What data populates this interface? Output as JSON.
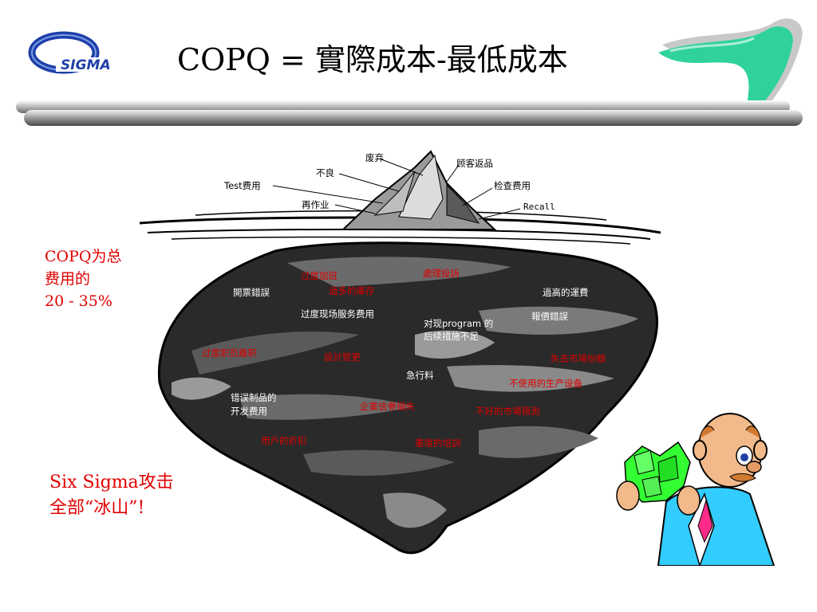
{
  "slide": {
    "title": "COPQ = 實際成本-最低成本",
    "logo_text": "SIGMA",
    "side_note_1": [
      "COPQ为总",
      "费用的",
      "20 - 35%"
    ],
    "side_note_2": [
      "Six Sigma攻击",
      "全部“冰山”!"
    ]
  },
  "iceberg": {
    "above_water": [
      {
        "id": "waste",
        "text": "废弃"
      },
      {
        "id": "defect",
        "text": "不良"
      },
      {
        "id": "customer-return",
        "text": "顾客返品"
      },
      {
        "id": "test-cost",
        "text": "Test费用"
      },
      {
        "id": "inspection-cost",
        "text": "检查费用"
      },
      {
        "id": "rework",
        "text": "再作业"
      },
      {
        "id": "recall",
        "text": "Recall"
      }
    ],
    "below_water": [
      {
        "id": "over-processing",
        "text": "过度加班",
        "color": "red"
      },
      {
        "id": "complaint-handling",
        "text": "處理投訴",
        "color": "red"
      },
      {
        "id": "invoice-error",
        "text": "開票錯誤",
        "color": "white"
      },
      {
        "id": "excess-inventory",
        "text": "過多的庫存",
        "color": "red"
      },
      {
        "id": "high-freight",
        "text": "過高的運費",
        "color": "white"
      },
      {
        "id": "field-service",
        "text": "过度现场服务费用",
        "color": "white"
      },
      {
        "id": "quote-error",
        "text": "報價錯誤",
        "color": "white"
      },
      {
        "id": "program-followup-1",
        "text": "对现program 的",
        "color": "white"
      },
      {
        "id": "program-followup-2",
        "text": "后续措施不足",
        "color": "white"
      },
      {
        "id": "staff-turnover",
        "text": "过度职员離职",
        "color": "red"
      },
      {
        "id": "design-change",
        "text": "設計變更",
        "color": "red"
      },
      {
        "id": "market-loss",
        "text": "失去市場份額",
        "color": "red"
      },
      {
        "id": "expedite",
        "text": "急行料",
        "color": "white"
      },
      {
        "id": "idle-equipment",
        "text": "不使用的生产设备",
        "color": "red"
      },
      {
        "id": "wrong-product-dev-1",
        "text": "错误制品的",
        "color": "white"
      },
      {
        "id": "wrong-product-dev-2",
        "text": "开发费用",
        "color": "white"
      },
      {
        "id": "reputation-loss",
        "text": "企業信譽損失",
        "color": "red"
      },
      {
        "id": "bad-marketing",
        "text": "不好的市場預測",
        "color": "red"
      },
      {
        "id": "customer-discount",
        "text": "用戶的折扣",
        "color": "red"
      },
      {
        "id": "repeat-training",
        "text": "重復的培訓",
        "color": "red"
      }
    ]
  },
  "colors": {
    "accent_red": "#e00000",
    "logo_blue": "#1f3fa8",
    "boomerang_green": "#2fd39a",
    "rock_dark": "#2a2a2a",
    "rock_mid": "#6b6b6b"
  }
}
